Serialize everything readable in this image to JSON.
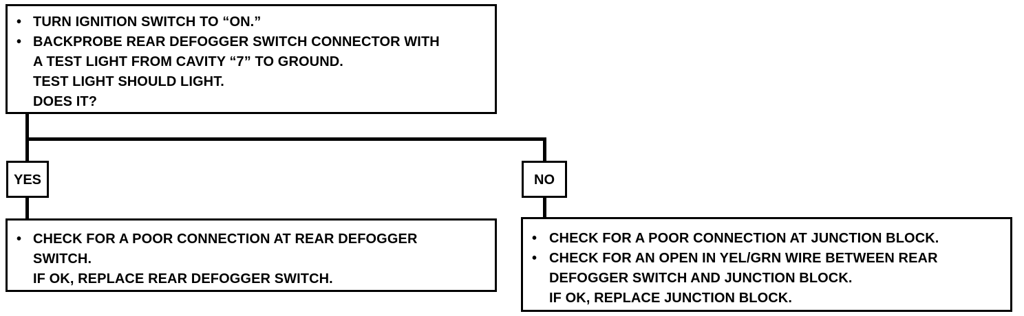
{
  "question_box": {
    "bullet_1": "TURN IGNITION SWITCH TO “ON.”",
    "bullet_2_line_1": "BACKPROBE REAR DEFOGGER SWITCH CONNECTOR WITH",
    "bullet_2_line_2": "A TEST LIGHT FROM CAVITY “7” TO GROUND.",
    "line_3": "TEST LIGHT SHOULD LIGHT.",
    "line_4": "DOES IT?"
  },
  "yes_label": "YES",
  "no_label": "NO",
  "yes_box": {
    "bullet_1_line_1": "CHECK FOR A POOR CONNECTION AT REAR DEFOGGER",
    "bullet_1_line_2": "SWITCH.",
    "line_3": "IF OK, REPLACE REAR DEFOGGER SWITCH."
  },
  "no_box": {
    "bullet_1": "CHECK FOR A POOR CONNECTION AT JUNCTION BLOCK.",
    "bullet_2_line_1": "CHECK FOR AN OPEN IN YEL/GRN WIRE BETWEEN REAR",
    "bullet_2_line_2": "DEFOGGER SWITCH AND JUNCTION BLOCK.",
    "line_4": "IF OK, REPLACE JUNCTION BLOCK."
  },
  "bullet_glyph": "•"
}
